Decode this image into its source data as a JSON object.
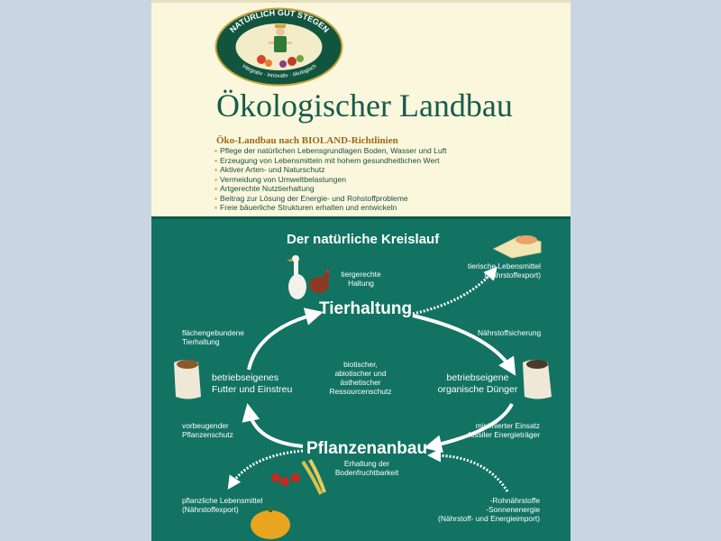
{
  "logo": {
    "arc_top": "NATÜRLICH GUT STEGEN",
    "arc_bottom": "integrativ · innovativ · ökologisch"
  },
  "title": "Ökologischer Landbau",
  "subtitle": "Öko-Landbau nach BIOLAND-Richtlinien",
  "bullets": [
    "Pflege der natürlichen Lebensgrundlagen Boden, Wasser und Luft",
    "Erzeugung von Lebensmitteln mit hohem gesundheitlichen Wert",
    "Aktiver Arten- und Naturschutz",
    "Vermeidung von Umweltbelastungen",
    "Artgerechte Nutztierhaltung",
    "Beitrag zur Lösung der Energie- und Rohstoffprobleme",
    "Freie bäuerliche Strukturen erhalten und entwickeln"
  ],
  "cycle": {
    "heading": "Der natürliche Kreislauf",
    "tierhaltung": "Tierhaltung",
    "pflanzenanbau": "Pflanzenanbau",
    "futter": [
      "betriebseigenes",
      "Futter und Einstreu"
    ],
    "duenger": [
      "betriebseigene",
      "organische Dünger"
    ],
    "tiergerechte": [
      "tiergerechte",
      "Haltung"
    ],
    "tierische": [
      "tierische Lebensmittel",
      "(Nährstoffexport)"
    ],
    "flaechen": [
      "flächengebundene",
      "Tierhaltung"
    ],
    "naehrstoffsicherung": "Nährstoffsicherung",
    "center": [
      "biotischer,",
      "abiotischer und",
      "ästhetischer",
      "Ressourcenschutz"
    ],
    "vorbeugender": [
      "vorbeugender",
      "Pflanzenschutz"
    ],
    "minimierter": [
      "minimierter Einsatz",
      "fossiler Energieträger"
    ],
    "erhaltung": [
      "Erhaltung der",
      "Bodenfruchtbarkeit"
    ],
    "pflanzliche": [
      "pflanzliche Lebensmittel",
      "(Nährstoffexport)"
    ],
    "rohstoffe": [
      "-Rohnährstoffe",
      "-Sonnenenergie",
      "(Nährstoff- und Energieimport)"
    ]
  },
  "colors": {
    "panel": "#127363",
    "title": "#175c4e",
    "subtitle": "#9a6a1a",
    "cream": "#fbf7dc"
  }
}
